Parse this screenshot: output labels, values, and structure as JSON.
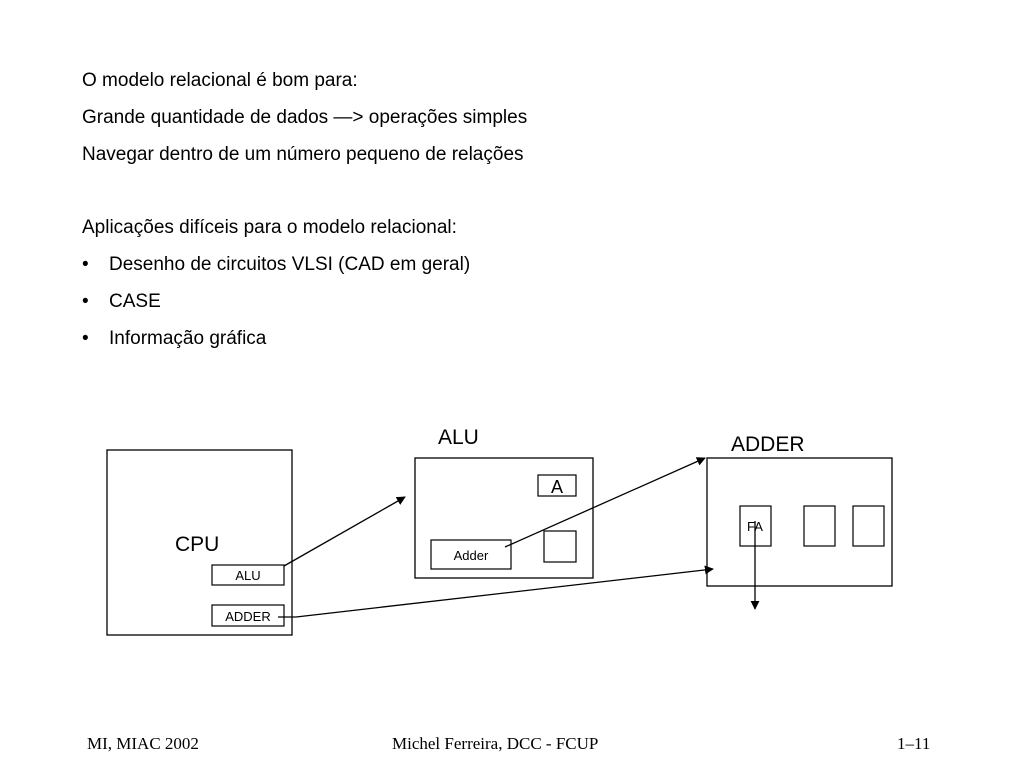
{
  "slide": {
    "intro_heading": "O modelo relacional é bom para:",
    "intro_lines": [
      "Grande quantidade de dados —> operações simples",
      "Navegar dentro de um número pequeno de relações"
    ],
    "hard_heading": "Aplicações difíceis para o modelo relacional:",
    "bullet_glyph": "•",
    "bullets": [
      "Desenho de circuitos VLSI (CAD em geral)",
      "CASE",
      "Informação gráfica"
    ]
  },
  "diagram": {
    "cpu": {
      "title": "CPU",
      "alu_label": "ALU",
      "adder_label": "ADDER"
    },
    "alu": {
      "title": "ALU",
      "a_label": "A",
      "adder_label": "Adder"
    },
    "adder": {
      "title": "ADDER",
      "fa_label": "FA"
    }
  },
  "footer": {
    "left": "MI, MIAC 2002",
    "center": "Michel Ferreira, DCC - FCUP",
    "right": "1–11"
  }
}
